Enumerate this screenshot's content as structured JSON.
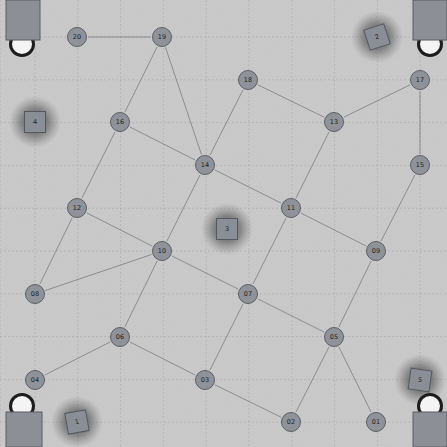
{
  "diagram": {
    "nodes": [
      {
        "text": [
          "20"
        ]
      },
      {
        "text": [
          "19"
        ]
      },
      {
        "text": [
          "2"
        ]
      },
      {
        "text": [
          "18"
        ]
      },
      {
        "text": [
          "17"
        ]
      },
      {
        "text": [
          "4"
        ]
      },
      {
        "text": [
          "16"
        ]
      },
      {
        "text": [
          "13"
        ]
      },
      {
        "text": [
          "14"
        ]
      },
      {
        "text": [
          "15"
        ]
      },
      {
        "text": [
          "12"
        ]
      },
      {
        "text": [
          "11"
        ]
      },
      {
        "text": [
          "3"
        ]
      },
      {
        "text": [
          "10"
        ]
      },
      {
        "text": [
          "09"
        ]
      },
      {
        "text": [
          "08"
        ]
      },
      {
        "text": [
          "07"
        ]
      },
      {
        "text": [
          "06"
        ]
      },
      {
        "text": [
          "05"
        ]
      },
      {
        "text": [
          "04"
        ]
      },
      {
        "text": [
          "03"
        ]
      },
      {
        "text": [
          "5"
        ]
      },
      {
        "text": [
          "1"
        ]
      },
      {
        "text": [
          "02"
        ]
      },
      {
        "text": [
          "01"
        ]
      }
    ],
    "edges": [
      {
        "from": 1,
        "to": 6,
        "arrow": "none"
      },
      {
        "from": 1,
        "to": 8,
        "arrow": "none"
      },
      {
        "from": 3,
        "to": 8,
        "arrow": "none"
      },
      {
        "from": 3,
        "to": 7,
        "arrow": "none"
      },
      {
        "from": 4,
        "to": 7,
        "arrow": "none"
      },
      {
        "from": 4,
        "to": 9,
        "arrow": "none"
      },
      {
        "from": 6,
        "to": 10,
        "arrow": "none"
      },
      {
        "from": 6,
        "to": 8,
        "arrow": "none"
      },
      {
        "from": 8,
        "to": 13,
        "arrow": "none"
      },
      {
        "from": 8,
        "to": 11,
        "arrow": "none"
      },
      {
        "from": 7,
        "to": 11,
        "arrow": "none"
      },
      {
        "from": 9,
        "to": 14,
        "arrow": "none"
      },
      {
        "from": 11,
        "to": 16,
        "arrow": "none"
      },
      {
        "from": 11,
        "to": 14,
        "arrow": "none"
      },
      {
        "from": 10,
        "to": 15,
        "arrow": "none"
      },
      {
        "from": 10,
        "to": 13,
        "arrow": "none"
      },
      {
        "from": 13,
        "to": 17,
        "arrow": "none"
      },
      {
        "from": 13,
        "to": 16,
        "arrow": "none"
      },
      {
        "from": 15,
        "to": 13,
        "arrow": "none"
      },
      {
        "from": 16,
        "to": 18,
        "arrow": "none"
      },
      {
        "from": 16,
        "to": 20,
        "arrow": "none"
      },
      {
        "from": 14,
        "to": 18,
        "arrow": "none"
      },
      {
        "from": 17,
        "to": 19,
        "arrow": "none"
      },
      {
        "from": 17,
        "to": 20,
        "arrow": "none"
      },
      {
        "from": 18,
        "to": 24,
        "arrow": "none"
      },
      {
        "from": 18,
        "to": 23,
        "arrow": "none"
      },
      {
        "from": 20,
        "to": 23,
        "arrow": "none"
      },
      {
        "from": 0,
        "to": 1,
        "arrow": "none"
      }
    ]
  }
}
